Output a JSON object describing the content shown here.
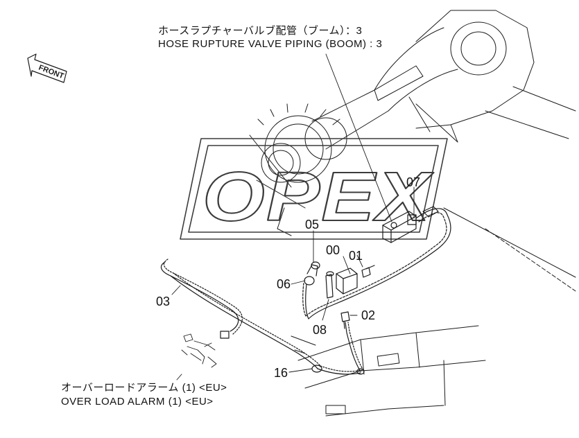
{
  "colors": {
    "ink": "#1a1a1a",
    "watermark": "#3c3c3c",
    "background": "#ffffff"
  },
  "front_label": "FRONT",
  "watermark": "OPEX",
  "titles": {
    "hose_jp": "ホースラプチャーバルブ配管（ブーム）：3",
    "hose_en": "HOSE RUPTURE VALVE PIPING (BOOM) : 3",
    "alarm_jp": "オーバーロードアラーム (1)  <EU>",
    "alarm_en": "OVER LOAD ALARM (1) <EU>"
  },
  "callouts": {
    "c07": "07",
    "c05": "05",
    "c00": "00",
    "c01": "01",
    "c06": "06",
    "c03": "03",
    "c02": "02",
    "c08": "08",
    "c16": "16"
  }
}
